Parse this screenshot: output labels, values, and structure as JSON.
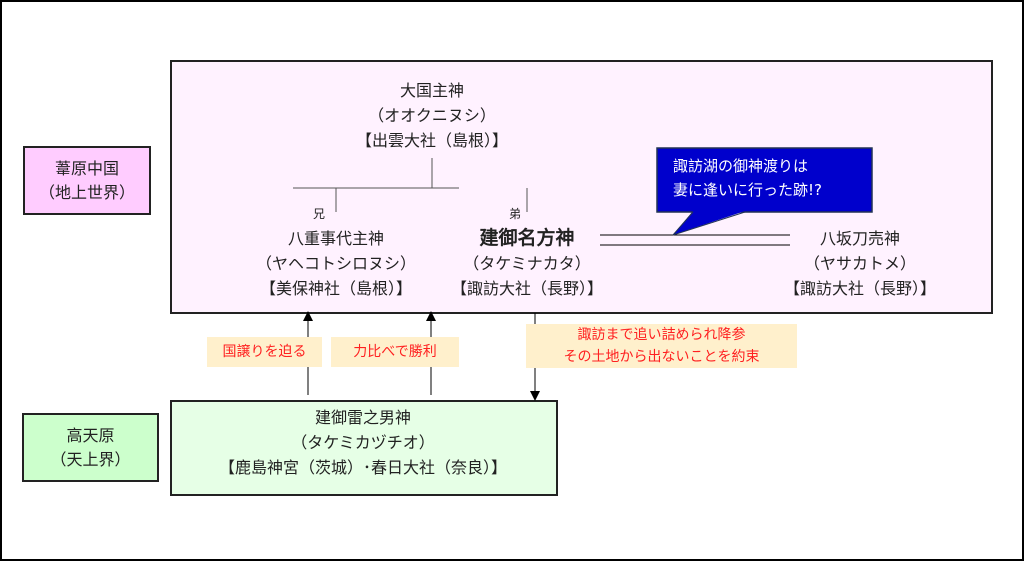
{
  "realms": {
    "ashihara": {
      "line1": "葦原中国",
      "line2": "（地上世界）",
      "color": "#ffccff"
    },
    "takamagahara": {
      "line1": "高天原",
      "line2": "（天上界）",
      "color": "#ccffcc"
    }
  },
  "deities": {
    "okuninushi": {
      "name": "大国主神",
      "reading": "（オオクニヌシ）",
      "shrine": "【出雲大社（島根）】"
    },
    "yaekotoshironushi": {
      "relation": "兄",
      "name": "八重事代主神",
      "reading": "（ヤヘコトシロヌシ）",
      "shrine": "【美保神社（島根）】"
    },
    "takeminakata": {
      "relation": "弟",
      "name": "建御名方神",
      "reading": "（タケミナカタ）",
      "shrine": "【諏訪大社（長野）】"
    },
    "yasakatome": {
      "name": "八坂刀売神",
      "reading": "（ヤサカトメ）",
      "shrine": "【諏訪大社（長野）】"
    },
    "takemikazuchi": {
      "name": "建御雷之男神",
      "reading": "（タケミカヅチオ）",
      "shrine": "【鹿島神宮（茨城）･春日大社（奈良）】"
    }
  },
  "callout": {
    "line1": "諏訪湖の御神渡りは",
    "line2": "妻に逢いに行った跡!?",
    "color": "#0000cc"
  },
  "notes": {
    "kuniyuzuri": "国譲りを迫る",
    "chikarakurabe": "力比べで勝利",
    "surrender_line1": "諏訪まで追い詰められ降参",
    "surrender_line2": "その土地から出ないことを約束",
    "text_color": "#ff2020"
  }
}
